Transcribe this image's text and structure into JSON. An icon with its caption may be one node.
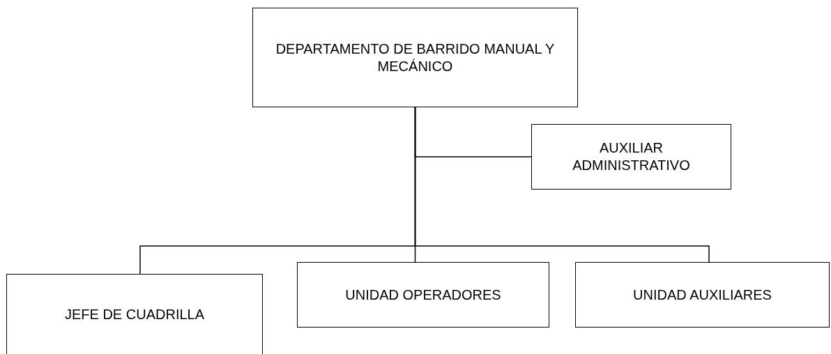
{
  "diagram": {
    "nodes": [
      {
        "text": [
          "DEPARTAMENTO DE BARRIDO MANUAL Y MECÁNICO"
        ]
      },
      {
        "text": [
          "AUXILIAR ADMINISTRATIVO"
        ]
      },
      {
        "text": [
          "JEFE DE CUADRILLA"
        ]
      },
      {
        "text": [
          "UNIDAD OPERADORES"
        ]
      },
      {
        "text": [
          "UNIDAD AUXILIARES"
        ]
      }
    ],
    "edges": [
      {
        "from": 0,
        "to": 1,
        "arrow": "none"
      },
      {
        "from": 0,
        "to": 2,
        "arrow": "none"
      },
      {
        "from": 0,
        "to": 3,
        "arrow": "none"
      },
      {
        "from": 0,
        "to": 4,
        "arrow": "none"
      }
    ]
  }
}
